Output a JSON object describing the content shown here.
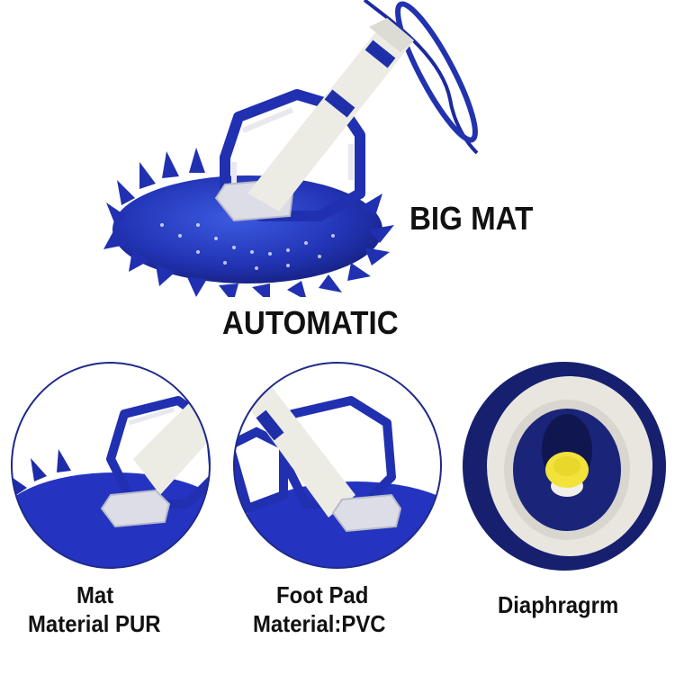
{
  "hero": {
    "tag_bigmat": "BIG MAT",
    "tag_automatic": "AUTOMATIC"
  },
  "details": [
    {
      "line1": "Mat",
      "line2": "Material PUR"
    },
    {
      "line1": "Foot Pad",
      "line2": "Material:PVC"
    },
    {
      "line1": "Diaphragrm"
    }
  ],
  "colors": {
    "blue": "#1f2fa8",
    "dark_blue": "#16206e",
    "white_pipe": "#e8e8e4",
    "yellow": "#f2e23a",
    "text": "#111111"
  }
}
